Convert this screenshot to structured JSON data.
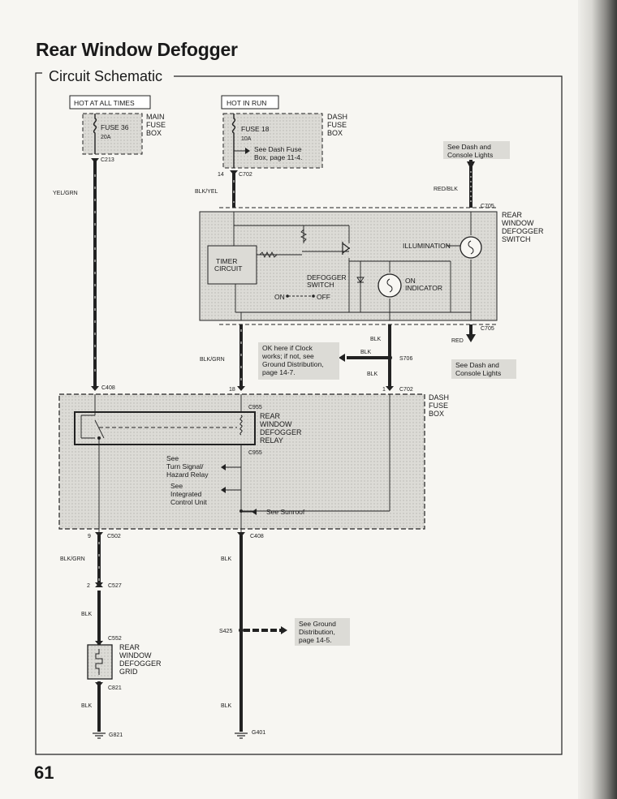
{
  "title": "Rear Window Defogger",
  "section": "Circuit Schematic",
  "page_number": "61",
  "power": {
    "hot_at_all_times": "HOT AT ALL TIMES",
    "hot_in_run": "HOT IN RUN"
  },
  "main_fuse_box": {
    "label_lines": [
      "MAIN",
      "FUSE",
      "BOX"
    ],
    "fuse": "FUSE 36",
    "amps": "20A",
    "connector": "C213"
  },
  "dash_fuse_box_top": {
    "label_lines": [
      "DASH",
      "FUSE",
      "BOX"
    ],
    "fuse": "FUSE 18",
    "amps": "10A",
    "note_lines": [
      "See Dash Fuse",
      "Box, page 11-4."
    ],
    "pin": "14",
    "connector": "C702"
  },
  "wires": {
    "yel_grn": "YEL/GRN",
    "blk_yel": "BLK/YEL",
    "red_blk": "RED/BLK",
    "red": "RED",
    "blk_grn_upper": "BLK/GRN",
    "blk_grn_lower": "BLK/GRN",
    "blk_a": "BLK",
    "blk_b": "BLK",
    "blk_c": "BLK",
    "blk_d": "BLK",
    "blk_e": "BLK",
    "blk_f": "BLK",
    "blk_g": "BLK"
  },
  "see_dash_console_top_lines": [
    "See Dash and",
    "Console Lights"
  ],
  "see_dash_console_bottom_lines": [
    "See Dash and",
    "Console Lights"
  ],
  "switch": {
    "label_lines": [
      "REAR",
      "WINDOW",
      "DEFOGGER",
      "SWITCH"
    ],
    "timer_lines": [
      "TIMER",
      "CIRCUIT"
    ],
    "defogger_switch_lines": [
      "DEFOGGER",
      "SWITCH"
    ],
    "on": "ON",
    "off": "OFF",
    "illumination": "ILLUMINATION",
    "indicator_lines": [
      "ON",
      "INDICATOR"
    ],
    "connector_top": "C705",
    "connector_bottom": "C705"
  },
  "clock_note_lines": [
    "OK here if Clock",
    "works; if not, see",
    "Ground Distribution,",
    "page 14-7."
  ],
  "splice_s706": "S706",
  "relay_box": {
    "connector_c408_top": "C408",
    "pin_18": "18",
    "pin_1": "1",
    "connector_c702": "C702",
    "dash_fuse_box_lines": [
      "DASH",
      "FUSE",
      "BOX"
    ],
    "connector_c955": "C955",
    "relay_lines": [
      "REAR",
      "WINDOW",
      "DEFOGGER",
      "RELAY"
    ],
    "connector_c955_b": "C955",
    "see_turn_lines": [
      "See",
      "Turn Signal/",
      "Hazard Relay"
    ],
    "see_icu_lines": [
      "See",
      "Integrated",
      "Control Unit"
    ],
    "see_sunroof": "See Sunroof"
  },
  "lower": {
    "pin_9": "9",
    "c502": "C502",
    "c408": "C408",
    "pin_2": "2",
    "c527": "C527",
    "c552": "C552",
    "grid_lines": [
      "REAR",
      "WINDOW",
      "DEFOGGER",
      "GRID"
    ],
    "c821": "C821",
    "s425": "S425",
    "see_ground_lines": [
      "See Ground",
      "Distribution,",
      "page 14-5."
    ],
    "g821": "G821",
    "g401": "G401"
  }
}
